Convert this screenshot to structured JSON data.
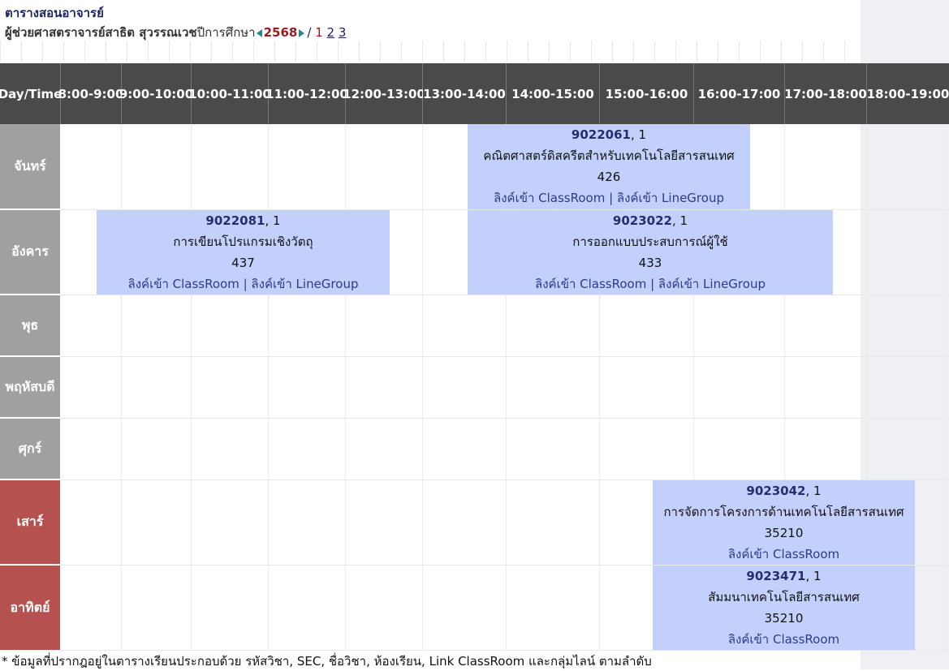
{
  "page": {
    "title": "ตารางสอนอาจารย์",
    "instructor": "ผู้ช่วยศาสตราจารย์สาธิต สุวรรณเวช",
    "year_label": "ปีการศึกษา",
    "year": "2568",
    "term_sep": "/",
    "term_current": "1",
    "term_links": [
      "2",
      "3"
    ]
  },
  "header": {
    "day_time": "Day/Time",
    "slots": [
      "8:00-9:00",
      "9:00-10:00",
      "10:00-11:00",
      "11:00-12:00",
      "12:00-13:00",
      "13:00-14:00",
      "14:00-15:00",
      "15:00-16:00",
      "16:00-17:00",
      "17:00-18:00",
      "18:00-19:00"
    ]
  },
  "days": [
    "จันทร์",
    "อังคาร",
    "พุธ",
    "พฤหัสบดี",
    "ศุกร์",
    "เสาร์",
    "อาทิตย์"
  ],
  "courses": [
    {
      "code": "9022061",
      "sec": ", 1",
      "name": "คณิตศาสตร์ดิสครีตสำหรับเทคโนโลยีสารสนเทศ",
      "room": "426",
      "link1": "ลิงค์เข้า ClassRoom",
      "sep": " | ",
      "link2": "ลิงค์เข้า LineGroup"
    },
    {
      "code": "9022081",
      "sec": ", 1",
      "name": "การเขียนโปรแกรมเชิงวัตถุ",
      "room": "437",
      "link1": "ลิงค์เข้า ClassRoom",
      "sep": " | ",
      "link2": "ลิงค์เข้า LineGroup"
    },
    {
      "code": "9023022",
      "sec": ", 1",
      "name": "การออกแบบประสบการณ์ผู้ใช้",
      "room": "433",
      "link1": "ลิงค์เข้า ClassRoom",
      "sep": " | ",
      "link2": "ลิงค์เข้า LineGroup"
    },
    {
      "code": "9023042",
      "sec": ", 1",
      "name": "การจัดการโครงการด้านเทคโนโลยีสารสนเทศ",
      "room": "35210",
      "link1": "ลิงค์เข้า ClassRoom"
    },
    {
      "code": "9023471",
      "sec": ", 1",
      "name": "สัมมนาเทคโนโลยีสารสนเทศ",
      "room": "35210",
      "link1": "ลิงค์เข้า ClassRoom"
    }
  ],
  "footnote": "* ข้อมูลที่ปรากฎอยู่ในตารางเรียนประกอบด้วย รหัสวิชา, SEC, ชื่อวิชา, ห้องเรียน, Link ClassRoom และกลุ่มไลน์ ตามลำดับ",
  "colors": {
    "header": "#4a4a4a",
    "weekday": "#a0a0a0",
    "weekend": "#b5524f",
    "course": "#c3d0fb",
    "title": "#1d2466"
  }
}
